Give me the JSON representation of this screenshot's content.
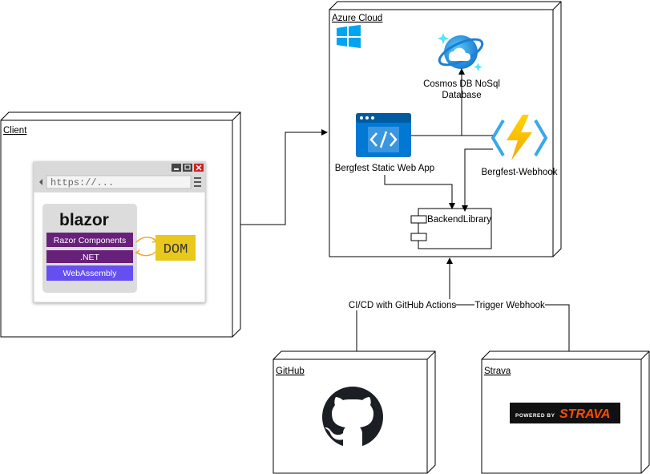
{
  "nodes": {
    "client": {
      "title": "Client"
    },
    "azure": {
      "title": "Azure Cloud"
    },
    "github": {
      "title": "GitHub"
    },
    "strava": {
      "title": "Strava"
    }
  },
  "components": {
    "cosmos": {
      "label_line1": "Cosmos DB NoSql",
      "label_line2": "Database"
    },
    "static_web_app": {
      "label": "Bergfest Static Web App"
    },
    "webhook": {
      "label": "Bergfest-Webhook"
    },
    "backend_library": {
      "label": "BackendLibrary"
    }
  },
  "browser": {
    "url": "https://...",
    "blazor_logo": "blazor",
    "stack": [
      "Razor Components",
      ".NET",
      "WebAssembly"
    ],
    "dom_label": "DOM"
  },
  "edges": {
    "cicd": "CI/CD with GitHub Actions",
    "trigger": "Trigger Webhook"
  },
  "strava_badge": {
    "powered_by": "POWERED BY",
    "brand": "STRAVA"
  },
  "colors": {
    "stack_dark": "#68217a",
    "stack_light": "#5c2d91",
    "webassembly": "#654ff0",
    "dom_bg": "#e8c81c",
    "azure_blue": "#0078d4",
    "strava_orange": "#fc4c02"
  }
}
